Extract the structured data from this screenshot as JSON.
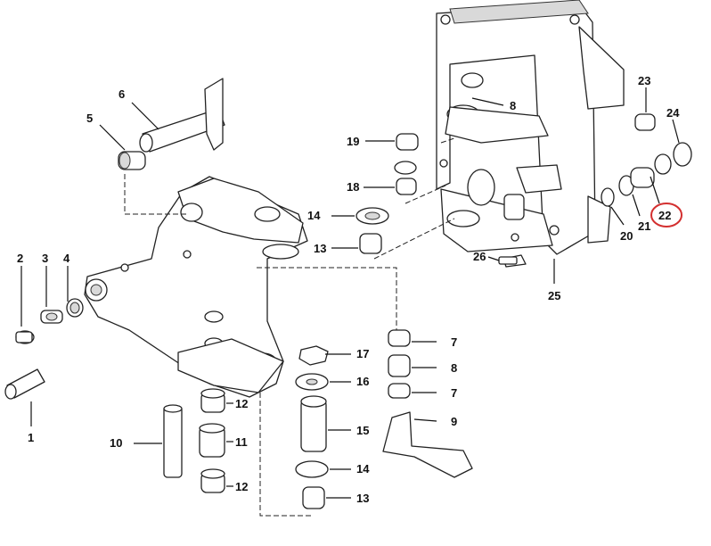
{
  "labels": {
    "p1": "1",
    "p2": "2",
    "p3": "3",
    "p4": "4",
    "p5": "5",
    "p6": "6",
    "p7a": "7",
    "p7b": "7",
    "p8a": "8",
    "p8b": "8",
    "p9": "9",
    "p10": "10",
    "p11": "11",
    "p12a": "12",
    "p12b": "12",
    "p13a": "13",
    "p13b": "13",
    "p14a": "14",
    "p14b": "14",
    "p15": "15",
    "p16": "16",
    "p17": "17",
    "p18": "18",
    "p19": "19",
    "p20": "20",
    "p21": "21",
    "p22": "22",
    "p23": "23",
    "p24": "24",
    "p25": "25",
    "p26": "26"
  },
  "highlight": {
    "color": "#d32f2f"
  }
}
